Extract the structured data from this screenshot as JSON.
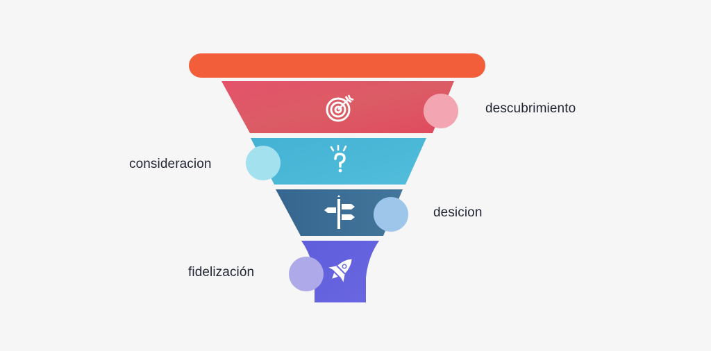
{
  "diagram": {
    "type": "funnel",
    "top_bar": {
      "color": "#f25e3a"
    },
    "stages": [
      {
        "label": "descubrimiento",
        "icon": "target-icon",
        "color": "#e05563",
        "dot_color": "#f3a6b1",
        "label_side": "right"
      },
      {
        "label": "consideracion",
        "icon": "question-bulb-icon",
        "color": "#4bb6d6",
        "dot_color": "#a4e1ef",
        "label_side": "left"
      },
      {
        "label": "desicion",
        "icon": "signpost-icon",
        "color": "#3d6d95",
        "dot_color": "#9ec6ea",
        "label_side": "right"
      },
      {
        "label": "fidelización",
        "icon": "rocket-icon",
        "color": "#6663de",
        "dot_color": "#aeaaea",
        "label_side": "left"
      }
    ]
  }
}
